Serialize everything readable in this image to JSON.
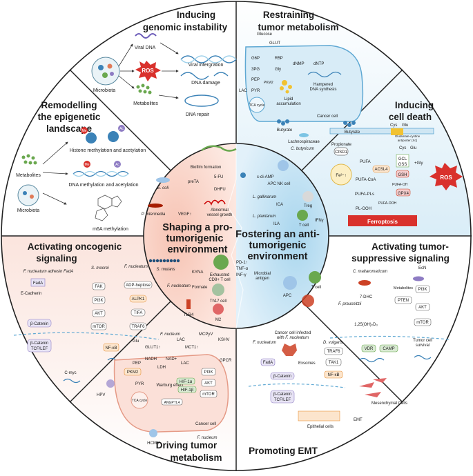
{
  "sections": {
    "genomic": {
      "title_1": "Inducing",
      "title_2": "genomic instability",
      "labels": {
        "viral_dna": "Viral DNA",
        "ros": "ROS",
        "microbiota": "Microbiota",
        "metabolites": "Metabolites",
        "viral_integration": "Viral intergration",
        "dna_damage": "DNA damage",
        "dna_repair": "DNA repair"
      }
    },
    "metabolism_restrain": {
      "title_1": "Restraining",
      "title_2": "tumor metabolism",
      "labels": {
        "glucose": "Glucose",
        "glut": "GLUT",
        "g6p": "G6P",
        "r5p": "R5P",
        "threepg": "3PG",
        "gly": "Gly",
        "pep": "PEP",
        "pkm2": "PKM2",
        "pyr": "PYR",
        "lac": "LAC",
        "tca": "TCA cycle",
        "dnmp": "dNMP",
        "dntp": "dNTP",
        "hampered": "Hampered",
        "dna_synthesis": "DNA synthesis",
        "lipid_1": "Lipid",
        "lipid_2": "accumulation",
        "cancer_cell": "Cancer cell",
        "butyrate": "Butyrate",
        "lachno": "Lachnospiraceae",
        "cbut": "C. butyricum"
      }
    },
    "epigenetic": {
      "title_1": "Remodelling",
      "title_2": "the epigenetic",
      "title_3": "landscape",
      "labels": {
        "metabolites": "Metabolites",
        "microbiota": "Microbiota",
        "me": "Me",
        "ac": "Ac",
        "histone": "Histone methylation and acetylation",
        "dna_meth": "DNA methylation and acetylation",
        "m6a": "m6A methylation"
      }
    },
    "cell_death": {
      "title_1": "Inducing",
      "title_2": "cell death",
      "labels": {
        "butyrate": "Butyrate",
        "propionate": "Propionate",
        "cys": "Cys",
        "glu": "Glu",
        "antiporter_1": "Glutamate-cystine",
        "antiporter_2": "antiporter (Xc)",
        "cisd1": "CISD1",
        "fe": "Fe²⁺↑",
        "pufa": "PUFA",
        "acsl4": "ACSL4",
        "pufa_coa": "PUFA-CoA",
        "pufa_pls": "PUFA-PLs",
        "pl_ooh": "PL-OOH",
        "gcl": "GCL",
        "gss": "GSS",
        "gsh": "GSH",
        "gpx4": "GPX4",
        "gly": "+Gly",
        "pufa_oh": "PUFA-OH",
        "pufa_ooh": "PUFA-OOH",
        "ferroptosis": "Ferroptosis",
        "ros": "ROS"
      }
    },
    "oncogenic": {
      "title_1": "Activating oncogenic",
      "title_2": "signaling",
      "labels": {
        "fn_fada": "F. nucleatum adhesin FadA",
        "smoorei": "S. moorei",
        "fnuc": "F. nucleatum",
        "fada": "FadA",
        "ecad": "E-Cadherin",
        "fak": "FAK",
        "pi3k": "PI3K",
        "akt": "AKT",
        "mtor": "mTOR",
        "adp": "ADP-heptose",
        "alpk1": "ALPK1",
        "tifa": "TIFA",
        "traf6": "TRAF6",
        "bcat": "β-Catenin",
        "bcat2": "β-Catenin",
        "tcf": "TCF/LEF",
        "nfkb": "NF-κB",
        "cmyc": "C-myc"
      }
    },
    "suppressive": {
      "title_1": "Activating tumor-",
      "title_2": "suppressive signaling",
      "labels": {
        "cmalt": "C. maltaromaticum",
        "ecn": "EcN",
        "dhc": "7-DHC",
        "metabolites": "Metabolites",
        "pi3k": "PI3K",
        "pten": "PTEN",
        "akt": "AKT",
        "mtor": "mTOR",
        "fpraus": "F. prausnitzii",
        "vitd": "1,25(OH)₂D₃",
        "vdr": "VDR",
        "camp": "CAMP",
        "survival_1": "Tumor cell",
        "survival_2": "survival"
      }
    },
    "metabolism_drive": {
      "title_1": "Driving tumor",
      "title_2": "metabolism",
      "labels": {
        "glu": "Glu",
        "glut1": "GLUT1↑",
        "fnucleum": "F. nucleum",
        "lac": "LAC",
        "mct": "MCT1↑",
        "mcpyv": "MCPyV",
        "kshv": "KSHV",
        "nadh": "NADH",
        "nad": "NAD+",
        "ldh": "LDH",
        "pep": "PEP",
        "pkm2": "PKM2",
        "pyr": "PYR",
        "tca": "TCA cycle",
        "warburg": "Warburg effect",
        "hif1a": "HIF-1α",
        "hif1b": "HIF-1β",
        "angptl4": "ANGPTL4",
        "gpcr": "GPCR",
        "pi3k": "PI3K",
        "akt": "AKT",
        "mtor": "mTOR",
        "hpv": "HPV",
        "hcmv": "HCMV",
        "cancer_cell": "Cancer cell",
        "fnucleum2": "F. nucleum",
        "lac2": "LAC"
      }
    },
    "emt": {
      "title": "Promoting EMT",
      "labels": {
        "fnuc": "F. nucleatum",
        "infected_1": "Cancer cell infected",
        "infected_2": "with F. nucleatum",
        "dvulg": "D. vulgaris",
        "traf6": "TRAF6",
        "tak1": "TAK1",
        "nfkb": "NF-κB",
        "exosomes": "Exsomes",
        "fada": "FadA",
        "bcat": "β-Catenin",
        "bcat2": "β-Catenin",
        "tcf": "TCF/LEF",
        "mesen": "Mesenchymal Cells",
        "emt": "EMT",
        "epith": "Epithelial cells"
      }
    }
  },
  "center": {
    "pro": {
      "title_1": "Shaping a pro-",
      "title_2": "tumorigenic",
      "title_3": "environment",
      "labels": {
        "biofilm": "Biofilm formation",
        "ecoli": "E. coli",
        "preta": "preTA",
        "fu": "5-FU",
        "dhfu": "DHFU",
        "pint": "P. intermedia",
        "vegf": "VEGF↑",
        "abn_1": "Abnormal",
        "abn_2": "vessel growth",
        "smutans": "S. mutans",
        "kyna": "KYNA",
        "exh_1": "Exhausted",
        "exh_2": "CD8+ T cell",
        "fnuc": "F. nucleatum",
        "formate": "Formate",
        "th17": "Th17 cell",
        "tlr4": "TLR4",
        "m2": "M2"
      }
    },
    "anti": {
      "title_1": "Fostering an anti-",
      "title_2": "tumorigenic",
      "title_3": "environment",
      "labels": {
        "cdiamp": "c-di-AMP",
        "apc_nk": "APC NK cell",
        "lgall": "L. gallinarum",
        "ica": "ICA",
        "treg": "Treg",
        "lplant": "L. plantarum",
        "ila": "ILA",
        "tcell": "T cell",
        "ifng": "IFNγ",
        "pd1": "PD-1↑",
        "tnf": "TNF-α",
        "ifn2": "INF-γ",
        "micro_1": "Microbial",
        "micro_2": "antigen",
        "apc": "APC",
        "tcell2": "T cell"
      }
    }
  },
  "colors": {
    "pro_tint": "#f9d6cc",
    "anti_tint": "#cfe6f3",
    "divider": "#222222",
    "ros": "#d9312c",
    "blue_cell": "#7cc4e4"
  }
}
